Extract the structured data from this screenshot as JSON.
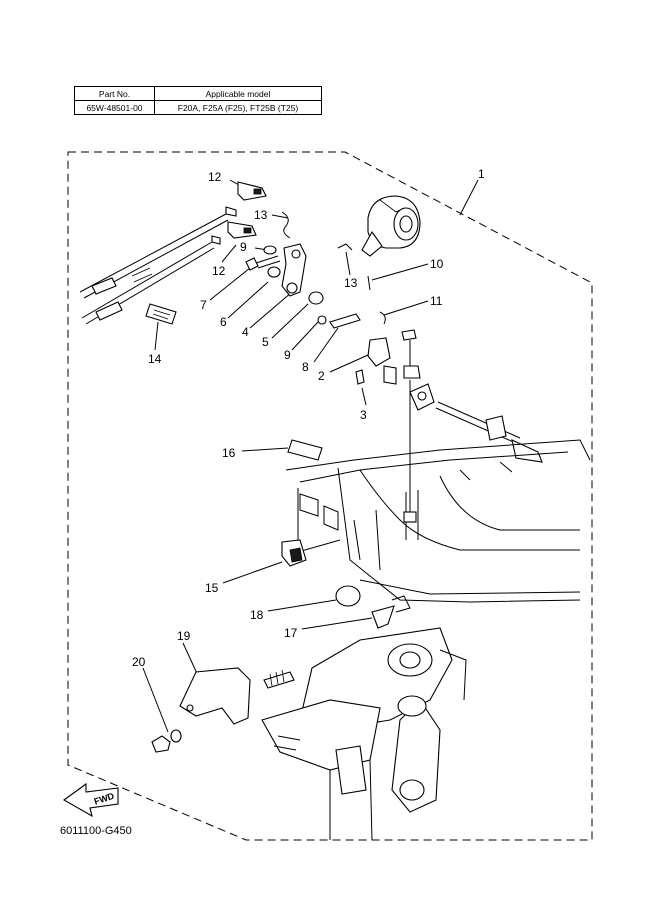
{
  "table": {
    "headers": [
      "Part No.",
      "Applicable model"
    ],
    "rows": [
      [
        "65W-48501-00",
        "F20A, F25A (F25), FT25B (T25)"
      ]
    ]
  },
  "callouts": [
    "1",
    "2",
    "3",
    "4",
    "5",
    "6",
    "7",
    "8",
    "9",
    "9",
    "10",
    "11",
    "12",
    "12",
    "13",
    "13",
    "14",
    "15",
    "16",
    "17",
    "18",
    "19",
    "20"
  ],
  "fwd_label": "FWD",
  "drawing_code": "6011100-G450"
}
